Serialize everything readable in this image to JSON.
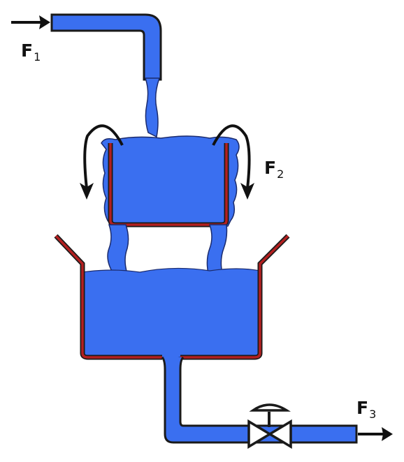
{
  "diagram": {
    "labels": {
      "f1": {
        "main": "F",
        "sub": "1"
      },
      "f2": {
        "main": "F",
        "sub": "2"
      },
      "f3": {
        "main": "F",
        "sub": "3"
      }
    },
    "colors": {
      "water": "#3a6ff0",
      "water_outline": "#1a2a6c",
      "tank_wall": "#b32020",
      "arrow": "#111111",
      "valve_fill": "#ffffff",
      "valve_stroke": "#1a1a1a"
    },
    "components": [
      "inlet-pipe",
      "upper-container",
      "overflow-arrows",
      "lower-tank",
      "outlet-pipe",
      "valve"
    ]
  }
}
